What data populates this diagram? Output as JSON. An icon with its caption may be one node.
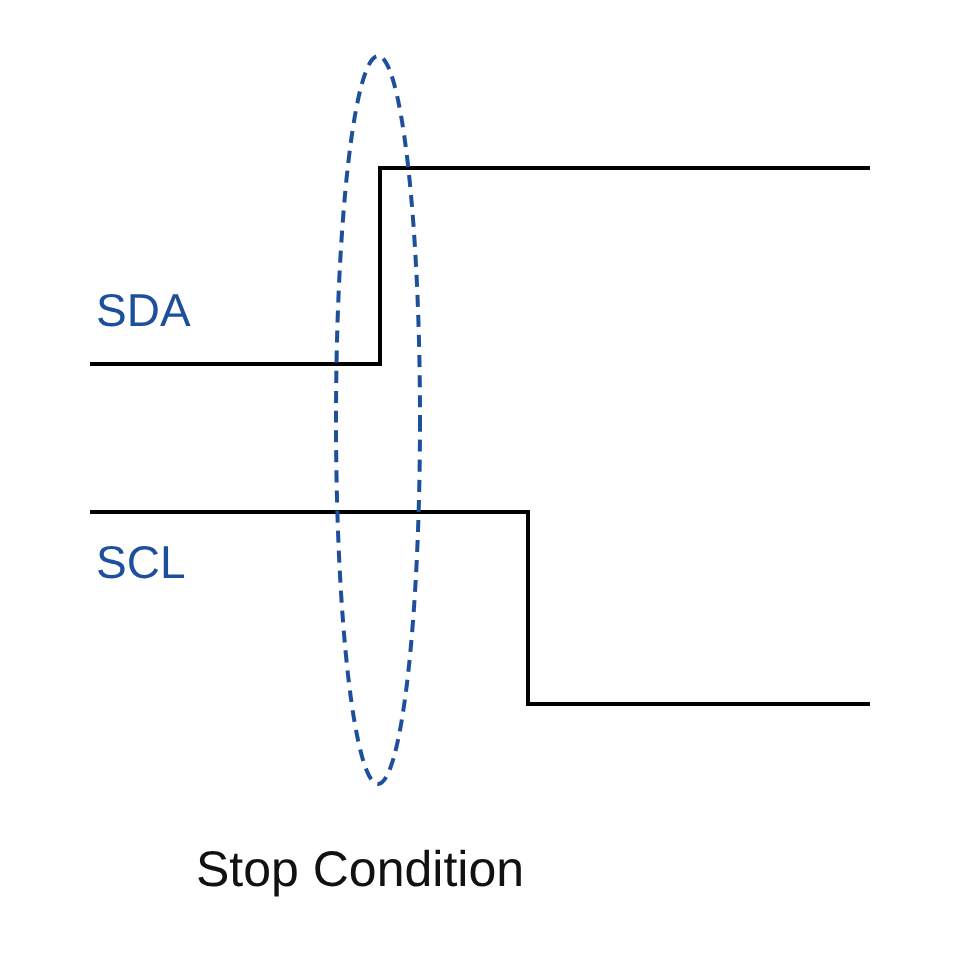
{
  "diagram": {
    "labels": [
      "SDA",
      "SCL",
      "Stop Condition"
    ]
  }
}
